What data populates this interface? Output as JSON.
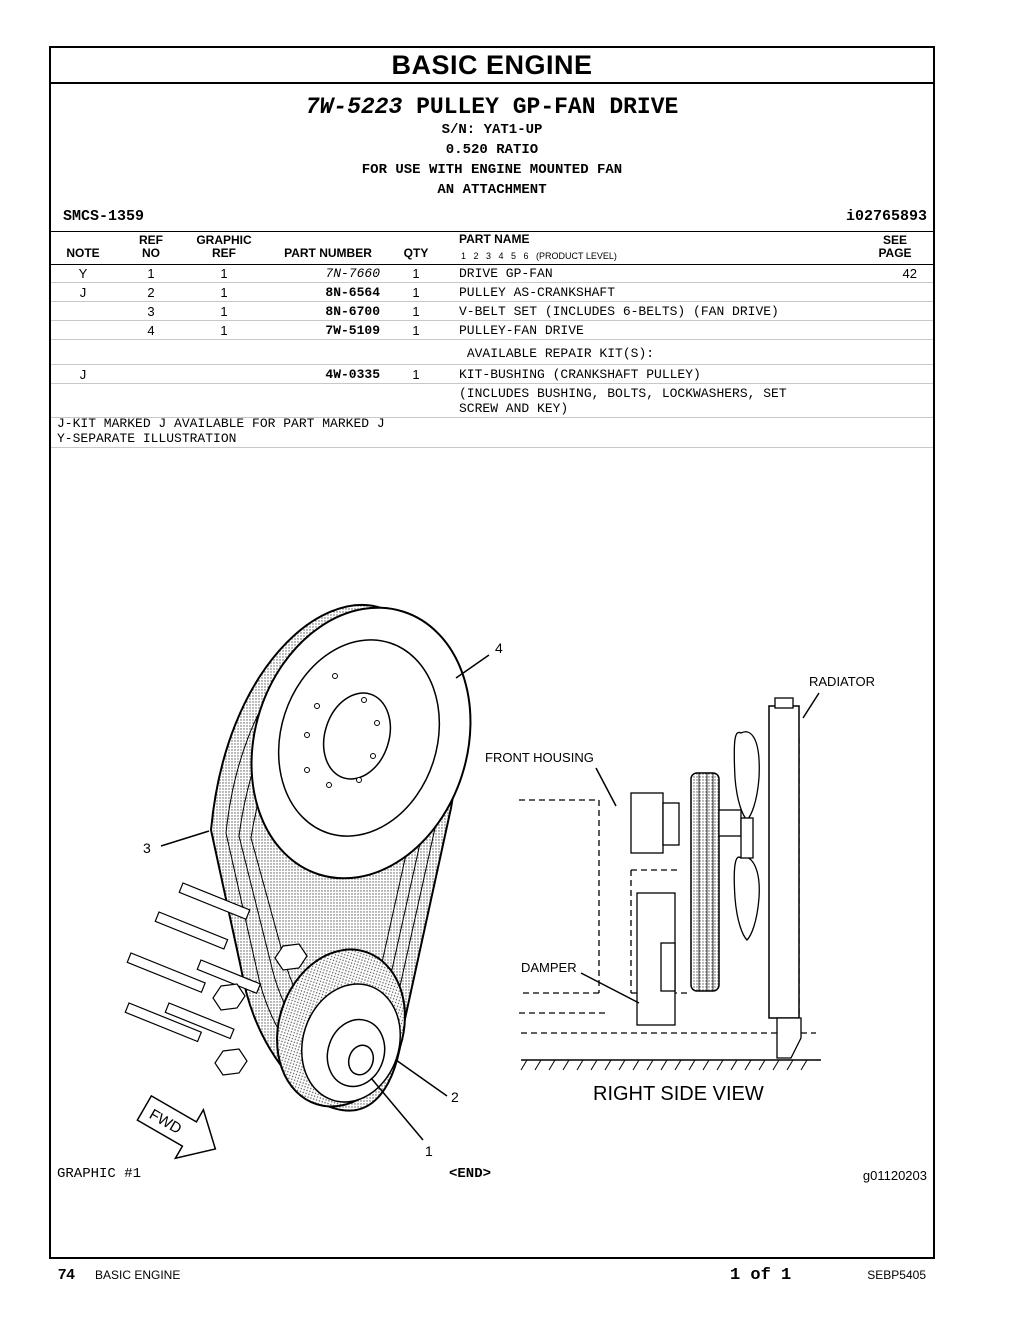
{
  "section_title": "BASIC ENGINE",
  "group": {
    "part_number": "7W-5223",
    "name": "PULLEY GP-FAN DRIVE",
    "sn": "S/N: YAT1-UP",
    "ratio": "0.520 RATIO",
    "use": "FOR USE WITH ENGINE MOUNTED FAN",
    "type": "AN ATTACHMENT"
  },
  "smcs": "SMCS-1359",
  "illustration_id": "i02765893",
  "columns": {
    "note": "NOTE",
    "ref_no_1": "REF",
    "ref_no_2": "NO",
    "graphic_ref_1": "GRAPHIC",
    "graphic_ref_2": "REF",
    "part_number": "PART NUMBER",
    "qty": "QTY",
    "part_name": "PART NAME",
    "product_level": "1   2   3   4   5   6   (PRODUCT LEVEL)",
    "see_page_1": "SEE",
    "see_page_2": "PAGE"
  },
  "rows": [
    {
      "note": "Y",
      "ref": "1",
      "gref": "1",
      "pn": "7N-7660",
      "qty": "1",
      "name": "DRIVE GP-FAN",
      "page": "42"
    },
    {
      "note": "J",
      "ref": "2",
      "gref": "1",
      "pn": "8N-6564",
      "qty": "1",
      "name": "PULLEY AS-CRANKSHAFT",
      "page": ""
    },
    {
      "note": "",
      "ref": "3",
      "gref": "1",
      "pn": "8N-6700",
      "qty": "1",
      "name": "V-BELT SET (INCLUDES 6-BELTS) (FAN DRIVE)",
      "page": ""
    },
    {
      "note": "",
      "ref": "4",
      "gref": "1",
      "pn": "7W-5109",
      "qty": "1",
      "name": "PULLEY-FAN DRIVE",
      "page": ""
    },
    {
      "note": "",
      "ref": "",
      "gref": "",
      "pn": "",
      "qty": "",
      "name": " AVAILABLE REPAIR KIT(S):",
      "page": ""
    },
    {
      "note": "J",
      "ref": "",
      "gref": "",
      "pn": "4W-0335",
      "qty": "1",
      "name": "KIT-BUSHING (CRANKSHAFT PULLEY)",
      "page": ""
    },
    {
      "note": "",
      "ref": "",
      "gref": "",
      "pn": "",
      "qty": "",
      "name": "(INCLUDES BUSHING, BOLTS, LOCKWASHERS, SET\nSCREW AND KEY)",
      "page": ""
    }
  ],
  "notes": [
    "J-KIT MARKED J AVAILABLE FOR PART MARKED J",
    "Y-SEPARATE ILLUSTRATION"
  ],
  "callouts": {
    "c1": "1",
    "c2": "2",
    "c3": "3",
    "c4": "4",
    "radiator": "RADIATOR",
    "front_housing": "FRONT HOUSING",
    "damper": "DAMPER",
    "view": "RIGHT SIDE VIEW",
    "fwd": "FWD"
  },
  "footer": {
    "graphic": "GRAPHIC #1",
    "end": "<END>",
    "graphic_id": "g01120203"
  },
  "page_footer": {
    "page_number": "74",
    "section": "BASIC ENGINE",
    "page_of": "1 of 1",
    "doc": "SEBP5405"
  }
}
